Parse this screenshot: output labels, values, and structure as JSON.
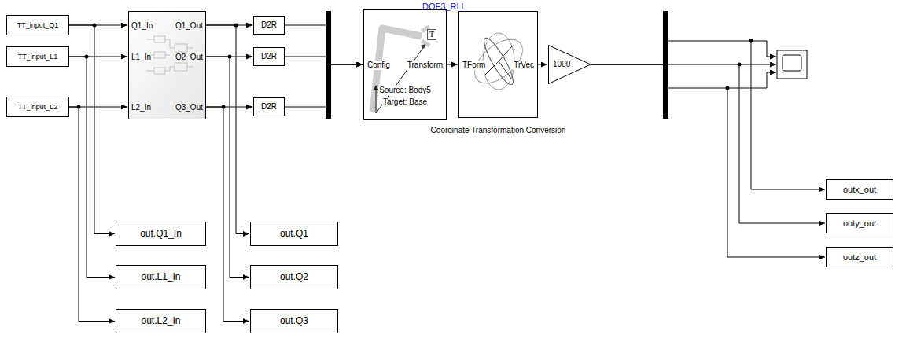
{
  "diagram": {
    "nodes": [
      {
        "text": [
          "TT_input_Q1"
        ]
      },
      {
        "text": [
          "TT_input_L1"
        ]
      },
      {
        "text": [
          "TT_input_L2"
        ]
      },
      {
        "text": [
          "Q1_In",
          "L1_In",
          "L2_In",
          "Q1_Out",
          "Q2_Out",
          "Q3_Out"
        ]
      },
      {
        "text": [
          "D2R"
        ]
      },
      {
        "text": [
          "D2R"
        ]
      },
      {
        "text": [
          "D2R"
        ]
      },
      {
        "text": [
          "DOF3_RLL",
          "T",
          "Config",
          "Transform",
          "Source: Body5",
          "Target: Base"
        ]
      },
      {
        "text": [
          "TForm",
          "TrVec",
          "Coordinate Transformation Conversion"
        ]
      },
      {
        "text": [
          "1000"
        ]
      },
      {
        "text": [
          "out.Q1_In"
        ]
      },
      {
        "text": [
          "out.L1_In"
        ]
      },
      {
        "text": [
          "out.L2_In"
        ]
      },
      {
        "text": [
          "out.Q1"
        ]
      },
      {
        "text": [
          "out.Q2"
        ]
      },
      {
        "text": [
          "out.Q3"
        ]
      },
      {
        "text": [
          "outx_out"
        ]
      },
      {
        "text": [
          "outy_out"
        ]
      },
      {
        "text": [
          "outz_out"
        ]
      }
    ],
    "edges": [
      {
        "from": 0,
        "to": 3,
        "arrow": "to"
      },
      {
        "from": 1,
        "to": 3,
        "arrow": "to"
      },
      {
        "from": 2,
        "to": 3,
        "arrow": "to"
      },
      {
        "from": 0,
        "to": 10,
        "arrow": "to"
      },
      {
        "from": 1,
        "to": 11,
        "arrow": "to"
      },
      {
        "from": 2,
        "to": 12,
        "arrow": "to"
      },
      {
        "from": 3,
        "to": 4,
        "arrow": "to"
      },
      {
        "from": 3,
        "to": 5,
        "arrow": "to"
      },
      {
        "from": 3,
        "to": 6,
        "arrow": "to"
      },
      {
        "from": 3,
        "to": 13,
        "arrow": "to"
      },
      {
        "from": 3,
        "to": 14,
        "arrow": "to"
      },
      {
        "from": 3,
        "to": 15,
        "arrow": "to"
      },
      {
        "from": 4,
        "to": 7,
        "arrow": "to"
      },
      {
        "from": 5,
        "to": 7,
        "arrow": "to"
      },
      {
        "from": 6,
        "to": 7,
        "arrow": "to"
      },
      {
        "from": 7,
        "to": 8,
        "arrow": "to"
      },
      {
        "from": 8,
        "to": 9,
        "arrow": "to"
      },
      {
        "from": 9,
        "to": 16,
        "arrow": "to"
      },
      {
        "from": 9,
        "to": 17,
        "arrow": "to"
      },
      {
        "from": 9,
        "to": 18,
        "arrow": "to"
      }
    ]
  }
}
